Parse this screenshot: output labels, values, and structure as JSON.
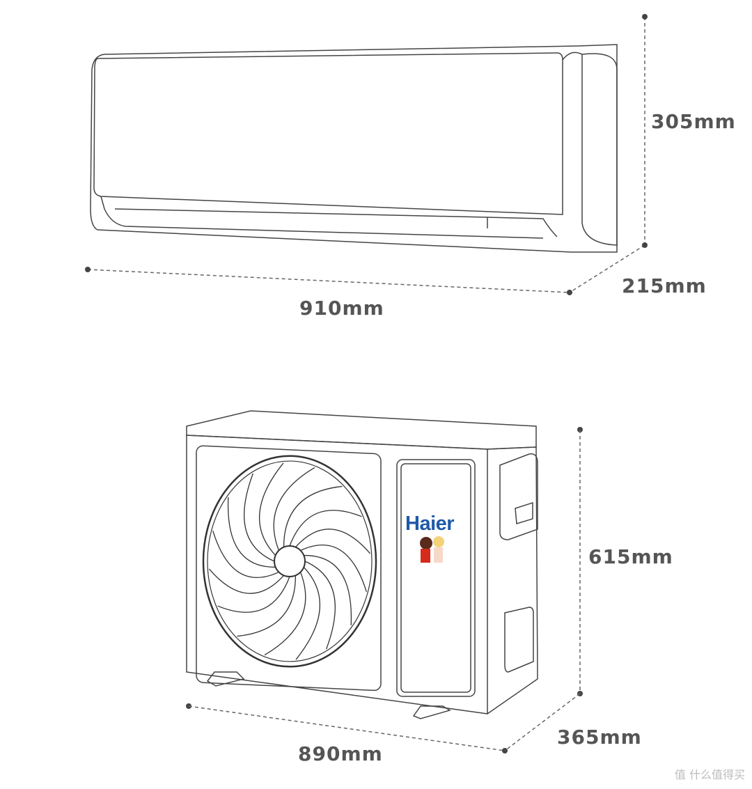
{
  "indoor_unit": {
    "height_label": "305mm",
    "depth_label": "215mm",
    "width_label": "910mm"
  },
  "outdoor_unit": {
    "brand_logo": "Haier",
    "height_label": "615mm",
    "depth_label": "365mm",
    "width_label": "890mm"
  },
  "watermark": "值 什么值得买",
  "colors": {
    "line": "#333333",
    "dim": "#555555",
    "brand": "#1d59a8"
  }
}
